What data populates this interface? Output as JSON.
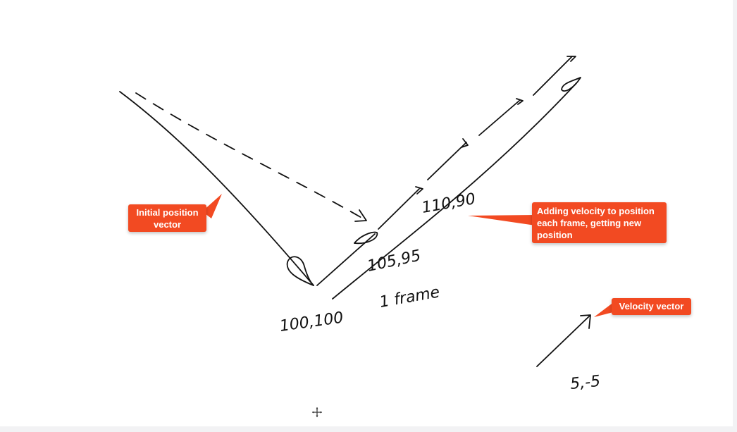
{
  "callouts": {
    "initial_position": "Initial position vector",
    "adding_velocity": "Adding velocity to position each frame, getting new position",
    "velocity_vector": "Velocity vector"
  },
  "handwriting": {
    "origin": "100,100",
    "step1": "105,95",
    "step2": "110,90",
    "frame_note": "1 frame",
    "velocity": "5,-5"
  },
  "colors": {
    "callout_bg": "#f24a22",
    "ink": "#111111",
    "canvas": "#ffffff"
  },
  "icons": {
    "cursor": "crosshair-move-cursor"
  }
}
